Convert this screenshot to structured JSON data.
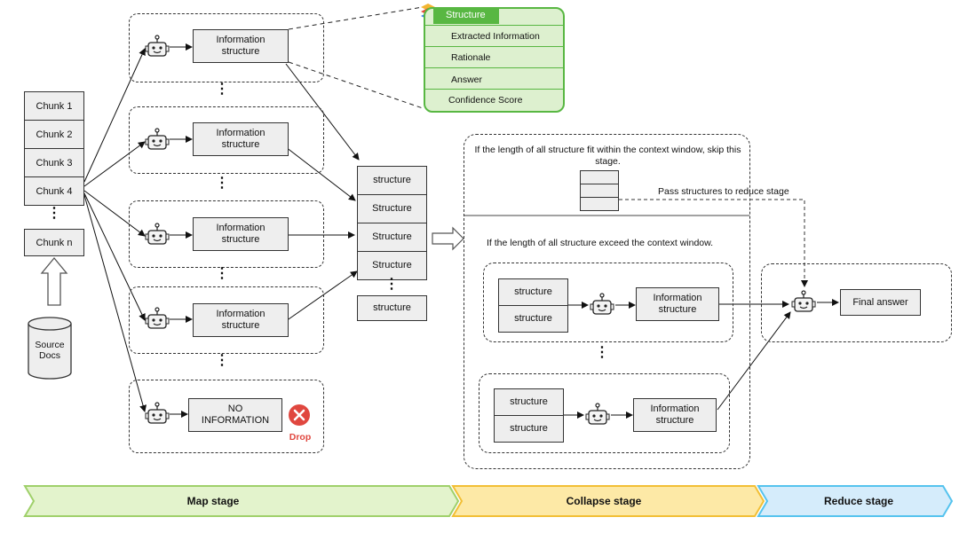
{
  "chunks": [
    "Chunk 1",
    "Chunk 2",
    "Chunk 3",
    "Chunk 4",
    "Chunk n"
  ],
  "source_docs": "Source\nDocs",
  "map": {
    "info_structure": "Information\nstructure",
    "no_information": "NO\nINFORMATION",
    "drop_label": "Drop"
  },
  "structure_card": {
    "title": "Structure",
    "items": [
      "Extracted Information",
      "Rationale",
      "Answer",
      "Confidence Score"
    ]
  },
  "structures_list": [
    "structure",
    "Structure",
    "Structure",
    "Structure",
    "structure"
  ],
  "collapse": {
    "skip_text": "If the length of all structure fit within the context window, skip this stage.",
    "pass_text": "Pass structures to reduce stage",
    "exceed_text": "If the length of all structure exceed the context window.",
    "structure_label": "structure",
    "info_structure": "Information\nstructure"
  },
  "reduce": {
    "final_answer": "Final answer"
  },
  "stages": [
    "Map stage",
    "Collapse stage",
    "Reduce stage"
  ],
  "colors": {
    "map_fill": "#e3f3cc",
    "map_border": "#9fd06a",
    "collapse_fill": "#fde9a6",
    "collapse_border": "#f2bf35",
    "reduce_fill": "#d5ecfb",
    "reduce_border": "#55c3ee",
    "card_green": "#58b742",
    "card_fill": "#ddf0cf",
    "drop_red": "#e0473f"
  }
}
